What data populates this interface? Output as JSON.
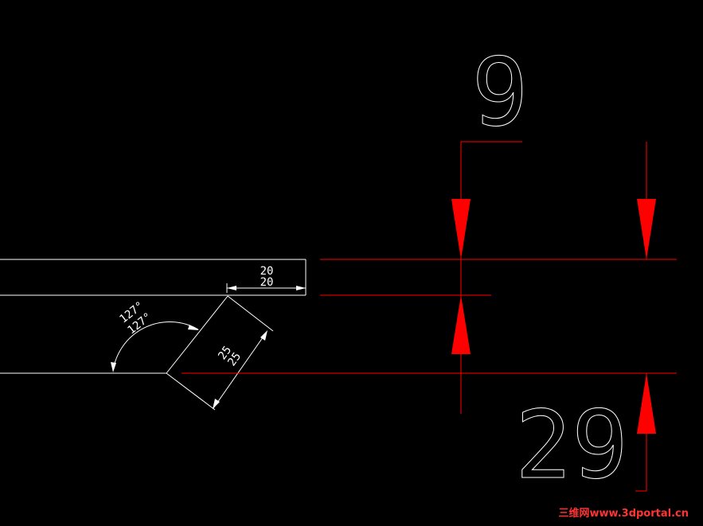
{
  "drawing": {
    "background": "#000000",
    "line_color": "#ffffff",
    "dimension_color": "#ff0000",
    "linear_dim_1": {
      "value": "20",
      "value_dup": "20"
    },
    "angle_dim": {
      "value": "127°",
      "value_dup": "127°"
    },
    "aligned_dim": {
      "value": "25",
      "value_dup": "25"
    },
    "big_dim_top": {
      "value": "9"
    },
    "big_dim_bottom": {
      "value": "29"
    }
  },
  "watermark": {
    "text": "三维网www.3dportal.cn",
    "color": "#ff3333"
  }
}
